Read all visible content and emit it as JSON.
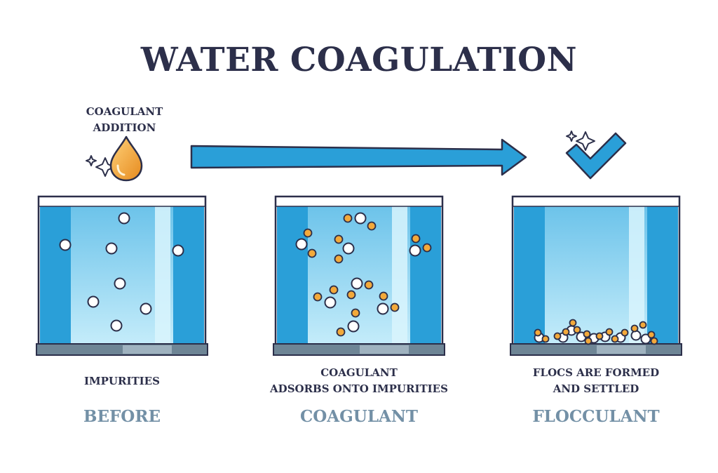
{
  "title": "WATER COAGULATION",
  "coagulant_addition": {
    "line1": "COAGULANT",
    "line2": "ADDITION"
  },
  "panels": [
    {
      "caption": "IMPURITIES",
      "caption_line2": "",
      "stage": "BEFORE"
    },
    {
      "caption": "COAGULANT",
      "caption_line2": "ADSORBS ONTO IMPURITIES",
      "stage": "COAGULANT"
    },
    {
      "caption": "FLOCS ARE FORMED",
      "caption_line2": "AND SETTLED",
      "stage": "FLOCCULANT"
    }
  ],
  "icons": [
    "droplet-icon",
    "sparkle-icon",
    "arrow-icon",
    "checkmark-icon"
  ],
  "colors": {
    "outline": "#2c2f4a",
    "water_dark": "#2a9fd8",
    "water_light": "#8fd3f0",
    "coagulant_orange": "#f3a93a",
    "base_gray": "#6e8595",
    "stage_text": "#7390a6"
  }
}
